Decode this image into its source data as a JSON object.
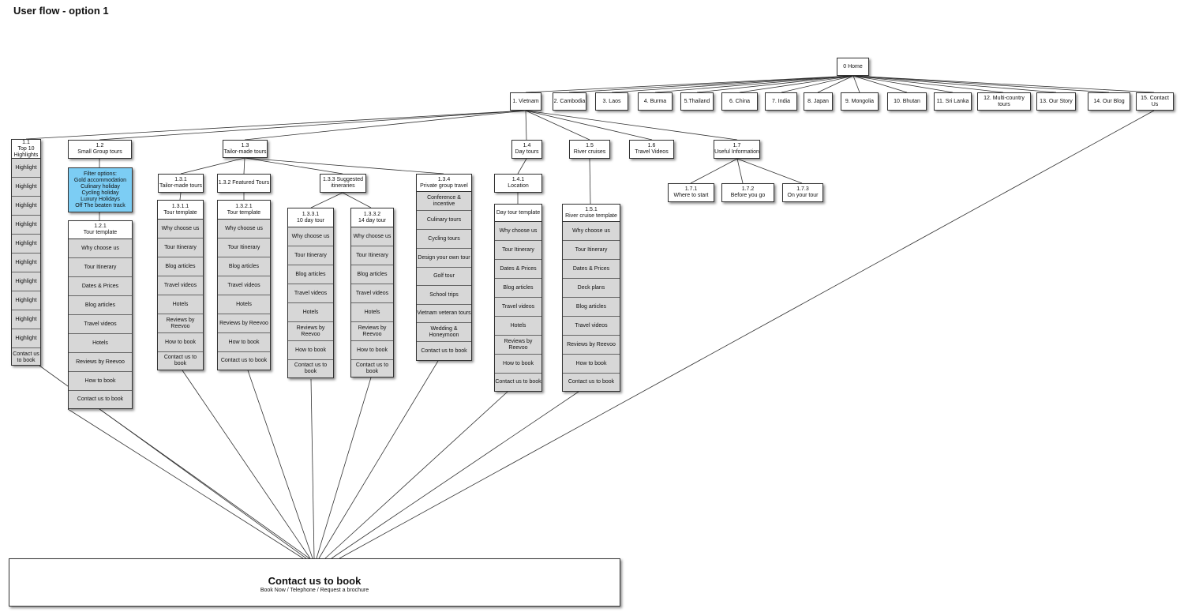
{
  "page_title": "User flow - option 1",
  "home": "0 Home",
  "top_nav": [
    "1. Vietnam",
    "2. Cambodia",
    "3. Laos",
    "4. Burma",
    "5.Thailand",
    "6. China",
    "7. India",
    "8. Japan",
    "9. Mongolia",
    "10. Bhutan",
    "11. Sri Lanka",
    "12. Multi-country tours",
    "13. Our Story",
    "14. Our Blog",
    "15. Contact Us"
  ],
  "vietnam_children": {
    "top10": "1.1\nTop 10\nHighlights",
    "small_group": "1.2\nSmall Group tours",
    "tailor_made": "1.3\nTailor-made tours",
    "day_tours": "1.4\nDay tours",
    "river_cruises": "1.5\nRiver cruises",
    "travel_videos": "1.6\nTravel Videos",
    "useful_info": "1.7\nUseful Information"
  },
  "top10_items": [
    "Highlight",
    "Highlight",
    "Highlight",
    "Highlight",
    "Highlight",
    "Highlight",
    "Highlight",
    "Highlight",
    "Highlight",
    "Highlight",
    "Contact us\nto book"
  ],
  "filter_options": "Filter options:\nGold accommodation\nCulinary holiday\nCycling holiday\nLuxury Holidays\nOff The beaten track",
  "small_group_template": {
    "header": "1.2.1\nTour template",
    "items": [
      "Why choose us",
      "Tour Itinerary",
      "Dates & Prices",
      "Blog articles",
      "Travel videos",
      "Hotels",
      "Reviews by Reevoo",
      "How to book",
      "Contact us to book"
    ]
  },
  "tailor_sub": {
    "s1": "1.3.1\nTailor-made tours",
    "s2": "1.3.2 Featured Tours",
    "s3": "1.3.3 Suggested\nitineraries",
    "s4": "1.3.4\nPrivate group travel"
  },
  "t1311": {
    "header": "1.3.1.1\nTour template",
    "items": [
      "Why choose us",
      "Tour Itinerary",
      "Blog articles",
      "Travel videos",
      "Hotels",
      "Reviews by\nReevoo",
      "How to book",
      "Contact us to book"
    ]
  },
  "t1321": {
    "header": "1.3.2.1\nTour template",
    "items": [
      "Why choose us",
      "Tour Itinerary",
      "Blog articles",
      "Travel videos",
      "Hotels",
      "Reviews by Reevoo",
      "How to book",
      "Contact us to book"
    ]
  },
  "t1331": {
    "header": "1.3.3.1\n10 day tour",
    "items": [
      "Why choose us",
      "Tour Itinerary",
      "Blog articles",
      "Travel videos",
      "Hotels",
      "Reviews by\nReevoo",
      "How to book",
      "Contact us to book"
    ]
  },
  "t1332": {
    "header": "1.3.3.2\n14 day tour",
    "items": [
      "Why choose us",
      "Tour Itinerary",
      "Blog articles",
      "Travel videos",
      "Hotels",
      "Reviews by\nReevoo",
      "How to book",
      "Contact us to\nbook"
    ]
  },
  "private_group": {
    "items": [
      "Conference &\nincentive",
      "Culinary tours",
      "Cycling tours",
      "Design your own tour",
      "Golf tour",
      "School trips",
      "Vietnam veteran tours",
      "Wedding &\nHoneymoon",
      "Contact us to book"
    ]
  },
  "location": "1.4.1\nLocation",
  "day_template": {
    "header": "Day tour template",
    "items": [
      "Why choose us",
      "Tour Itinerary",
      "Dates & Prices",
      "Blog articles",
      "Travel videos",
      "Hotels",
      "Reviews by\nReevoo",
      "How to book",
      "Contact us to book"
    ]
  },
  "river_template": {
    "header": "1.5.1\nRiver cruise template",
    "items": [
      "Why choose us",
      "Tour Itinerary",
      "Dates & Prices",
      "Deck plans",
      "Blog articles",
      "Travel videos",
      "Reviews by Reevoo",
      "How to book",
      "Contact us to book"
    ]
  },
  "useful_children": [
    "1.7.1\nWhere to start",
    "1.7.2\nBefore you go",
    "1.7.3\nOn your tour"
  ],
  "contact": {
    "title": "Contact us to book",
    "subtitle": "Book Now / Telephone / Request a brochure"
  }
}
